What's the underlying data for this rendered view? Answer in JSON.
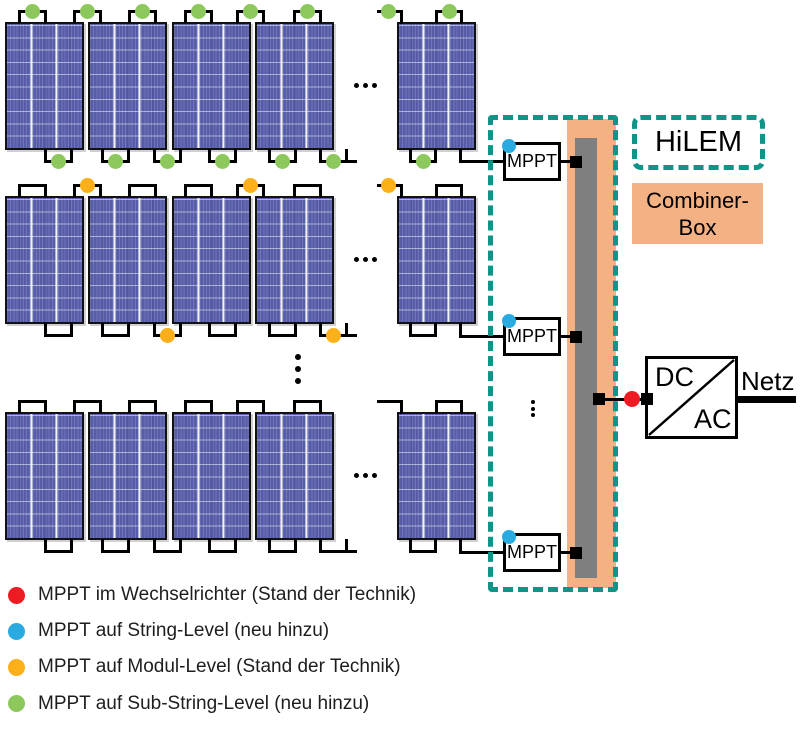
{
  "diagram": {
    "hilem_label": "HiLEM",
    "combiner_box_label_line1": "Combiner-",
    "combiner_box_label_line2": "Box",
    "mppt_units": [
      {
        "label": "MPPT"
      },
      {
        "label": "MPPT"
      },
      {
        "label": "MPPT"
      }
    ],
    "inverter": {
      "dc_label": "DC",
      "ac_label": "AC"
    },
    "grid_label": "Netz",
    "ellipsis_horizontal": "...",
    "ellipsis_vertical": "⋮",
    "colors": {
      "hilem_teal": "#119488",
      "combiner_orange": "#f4b183",
      "bus_gray": "#7f7f7f",
      "panel_blue": "#575ca8",
      "dot_red": "#ed1c24",
      "dot_blue": "#29abe2",
      "dot_orange": "#fbb019",
      "dot_green": "#8dc85c",
      "wire_black": "#000000"
    },
    "panel_rows": [
      {
        "id": "row-substring-mppt",
        "panels_shown": 5,
        "mppt_level": "sub-string",
        "dot_name": "substring-mppt-dot",
        "dot_color_key": "dot_green",
        "top_dot_slots": [
          0,
          1,
          2,
          3,
          4,
          5
        ],
        "bottom_dot_slots": [
          0,
          1,
          2,
          3,
          4,
          5
        ],
        "lead_dot": true,
        "panel5_top_dot": true,
        "panel5_bottom_dot": true
      },
      {
        "id": "row-module-mppt",
        "panels_shown": 5,
        "mppt_level": "module",
        "dot_name": "module-mppt-dot",
        "dot_color_key": "dot_orange",
        "top_dot_slots": [
          1,
          4
        ],
        "bottom_dot_slots": [
          2,
          5
        ],
        "lead_dot": true,
        "panel5_top_dot": false,
        "panel5_bottom_dot": false
      },
      {
        "id": "row-string-only",
        "panels_shown": 5,
        "mppt_level": "none",
        "dot_name": null,
        "dot_color_key": null,
        "top_dot_slots": [],
        "bottom_dot_slots": [],
        "lead_dot": false,
        "panel5_top_dot": false,
        "panel5_bottom_dot": false
      }
    ]
  },
  "legend": {
    "items": [
      {
        "color": "#ed1c24",
        "label": "MPPT im Wechselrichter (Stand der Technik)"
      },
      {
        "color": "#29abe2",
        "label": "MPPT auf String-Level (neu hinzu)"
      },
      {
        "color": "#fbb019",
        "label": "MPPT auf Modul-Level (Stand der Technik)"
      },
      {
        "color": "#8dc85c",
        "label": "MPPT auf Sub-String-Level (neu hinzu)"
      }
    ]
  }
}
